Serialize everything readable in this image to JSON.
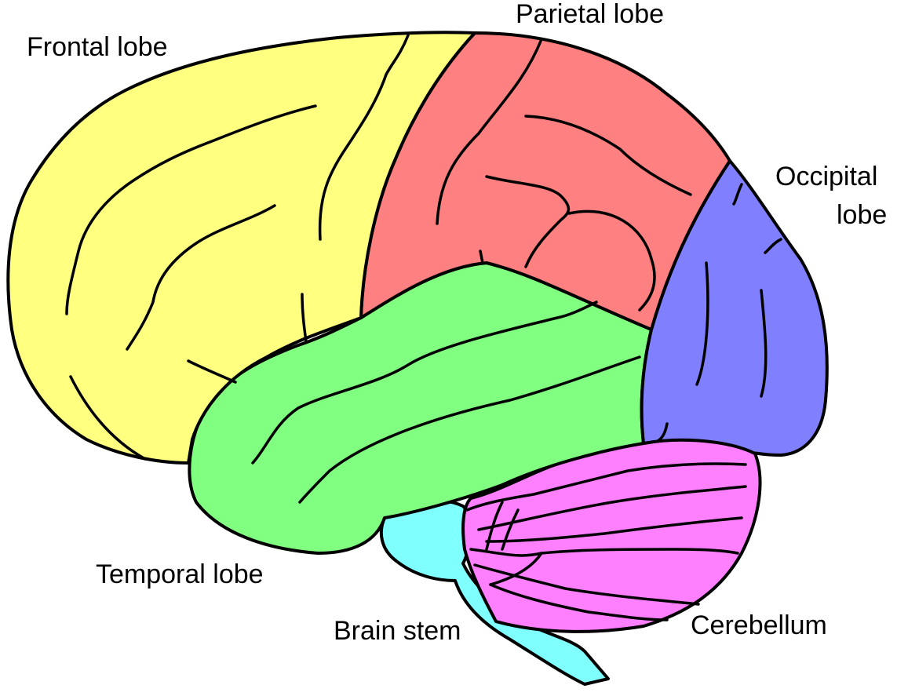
{
  "labels": {
    "frontal": "Frontal lobe",
    "parietal": "Parietal lobe",
    "occipital_line1": "Occipital",
    "occipital_line2": "lobe",
    "temporal": "Temporal lobe",
    "brain_stem": "Brain stem",
    "cerebellum": "Cerebellum"
  },
  "colors": {
    "frontal": "#ffff80",
    "parietal": "#ff8080",
    "occipital": "#8080ff",
    "temporal": "#80ff80",
    "cerebellum": "#ff80ff",
    "brain_stem": "#80ffff",
    "outline": "#000000"
  }
}
